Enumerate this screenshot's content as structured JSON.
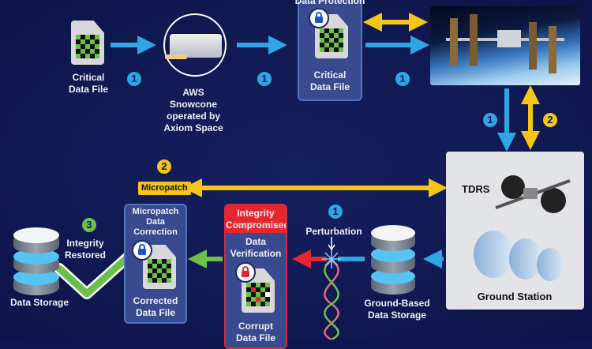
{
  "top_row": {
    "source_file_label": "Critical Data File",
    "snowcone_label": "AWS Snowcone operated by Axiom Space",
    "protection_box_title": "Data Protection",
    "protected_file_label": "Critical Data File"
  },
  "ground_station": {
    "tdrs_label": "TDRS",
    "station_label": "Ground Station"
  },
  "micropatch": {
    "tag": "Micropatch",
    "box_title": "Micropatch Data Correction",
    "file_label": "Corrected Data File"
  },
  "integrity": {
    "header": "Integrity Compromised",
    "title": "Data Verification",
    "file_label": "Corrupt Data File"
  },
  "perturbation_label": "Perturbation",
  "ground_storage_label": "Ground-Based Data Storage",
  "data_storage_label": "Data Storage",
  "restored_label": "Integrity Restored",
  "steps": {
    "one": "1",
    "two": "2",
    "three": "3"
  },
  "colors": {
    "background": "#0e1650",
    "blue": "#2ea6e6",
    "yellow": "#f5c518",
    "green": "#6cc04a",
    "red": "#e5262f"
  }
}
